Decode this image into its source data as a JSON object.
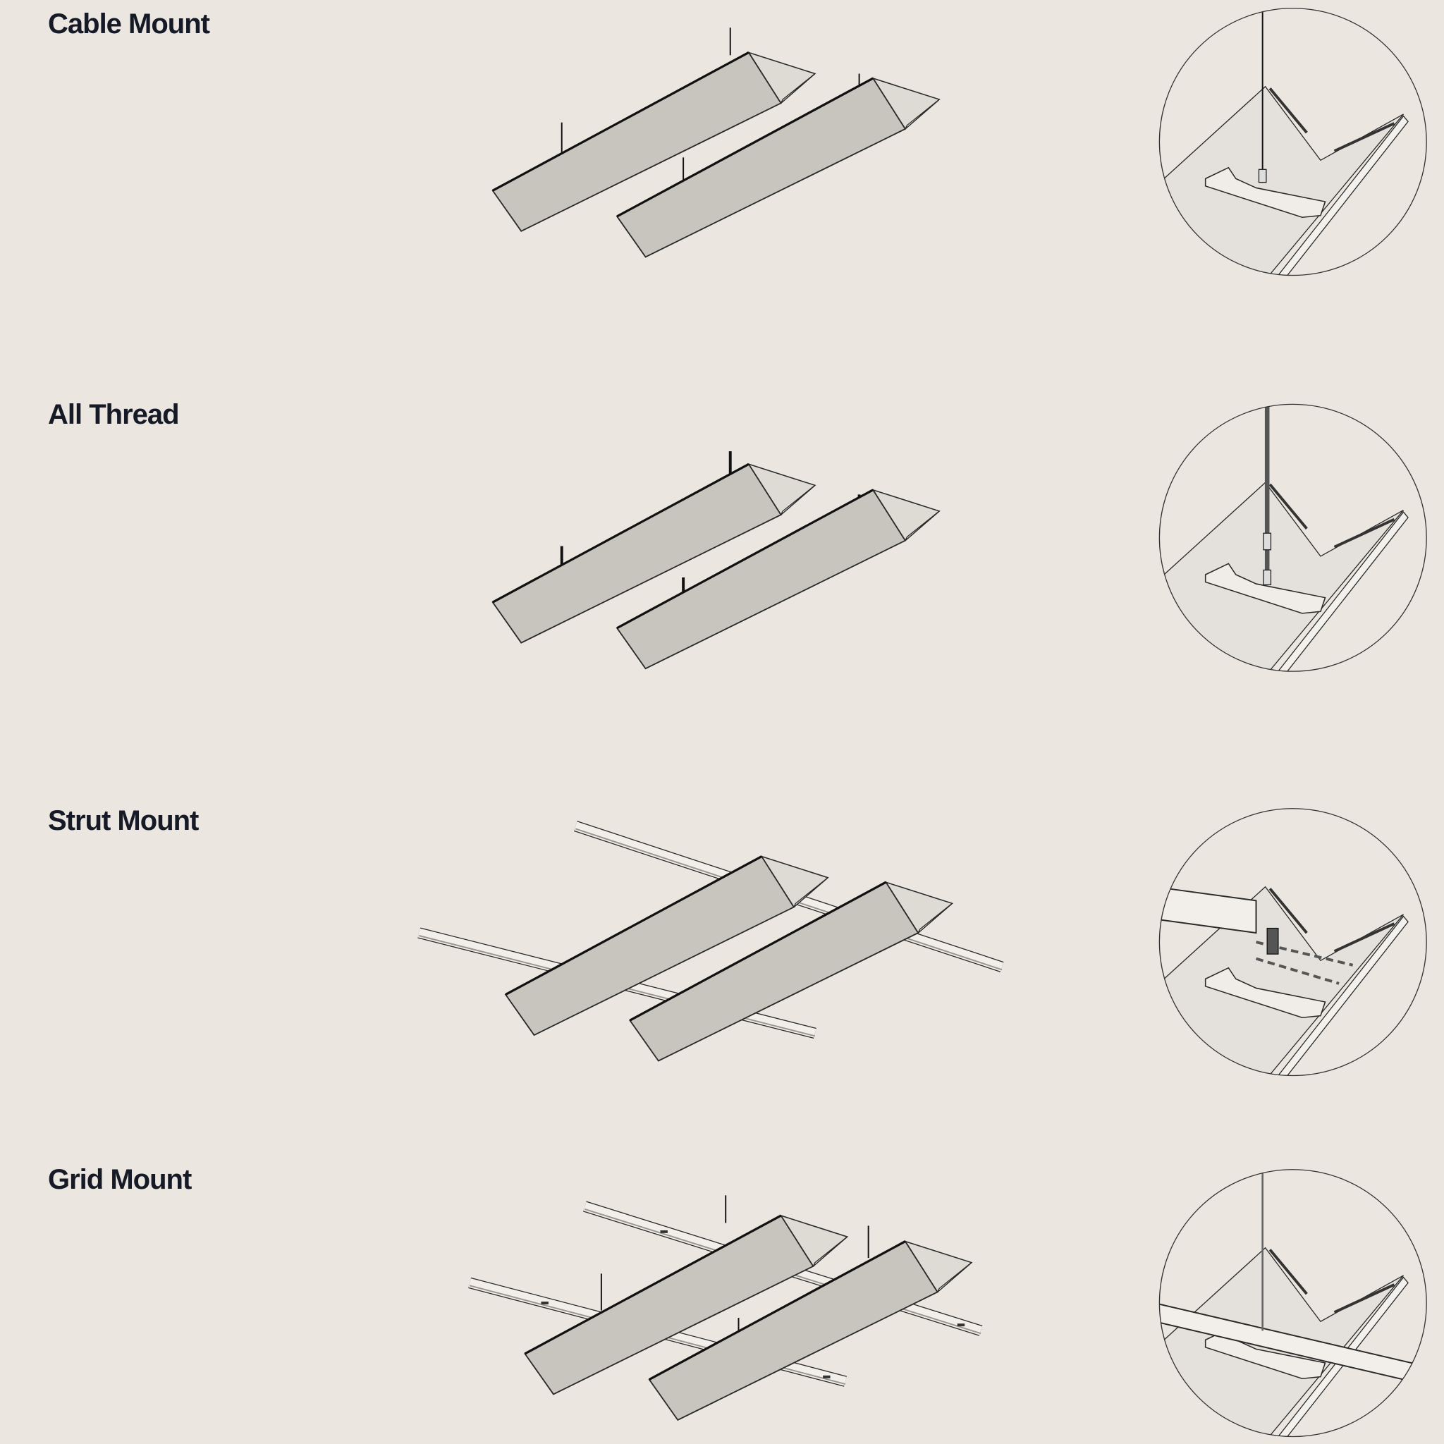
{
  "sections": [
    {
      "title": "Cable Mount",
      "hanger": "cable"
    },
    {
      "title": "All Thread",
      "hanger": "thread"
    },
    {
      "title": "Strut Mount",
      "hanger": "strut"
    },
    {
      "title": "Grid Mount",
      "hanger": "grid"
    }
  ],
  "colors": {
    "background": "#ebe6e0",
    "panel": "#c8c5bf",
    "flap": "#dedbd5",
    "stroke": "#2a2a2a",
    "text": "#151a26"
  }
}
